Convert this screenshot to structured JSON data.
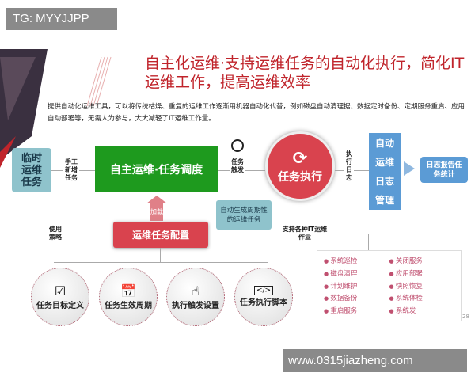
{
  "watermark_top": "TG: MYYJJPP",
  "watermark_bottom": "www.0315jiazheng.com",
  "title": "自主化运维·支持运维任务的自动化执行，简化IT运维工作，提高运维效率",
  "description": "提供自动化运维工具，可以将传统枯燥、重复的运维工作逐渐用机器自动化代替，例如磁盘自动清理据、数据定时备份、定期服务重启、应用自动部署等，无需人为参与，大大减轻了IT运维工作量。",
  "flow": {
    "temp_task": "临时运维任务",
    "manual_add": "手工新增任务",
    "scheduler": "自主运维·任务调度",
    "trigger": "任务触发",
    "execute": "任务执行",
    "exec_log": "执行日志",
    "log_mgmt": "自动运维日志管理",
    "report": "日志报告任务统计",
    "load": "加载",
    "callout": "自动生成周期性的运维任务",
    "config": "运维任务配置",
    "use_policy": "使用策略",
    "support": "支持各种IT运维作业"
  },
  "circles": [
    {
      "label": "任务目标定义",
      "icon": "checklist-icon"
    },
    {
      "label": "任务生效周期",
      "icon": "calendar-clock-icon"
    },
    {
      "label": "执行触发设置",
      "icon": "touch-icon"
    },
    {
      "label": "任务执行脚本",
      "icon": "code-icon"
    }
  ],
  "jobs": [
    "系统巡检",
    "关闭服务",
    "磁盘清理",
    "应用部署",
    "计划维护",
    "快照恢复",
    "数据备份",
    "系统体检",
    "重启服务",
    "系统发"
  ],
  "page_number": "28",
  "colors": {
    "red": "#d9434e",
    "green": "#1e9a1e",
    "teal": "#8fc3cc",
    "blue": "#5b9bd5",
    "title": "#c0242b"
  }
}
